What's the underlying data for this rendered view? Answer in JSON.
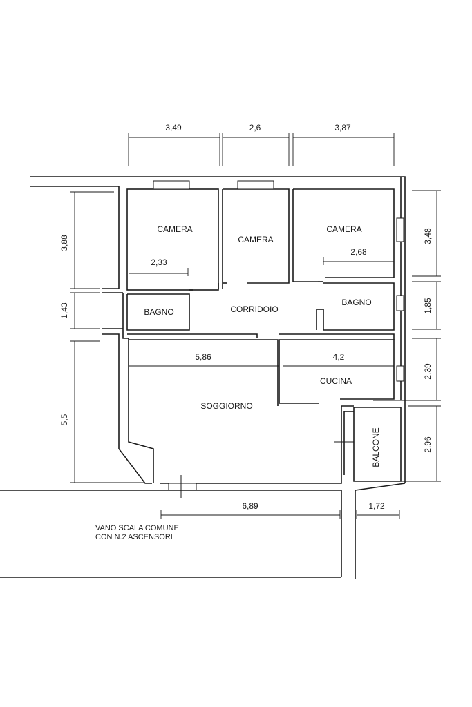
{
  "rooms": {
    "camera_1": "CAMERA",
    "camera_2": "CAMERA",
    "camera_3": "CAMERA",
    "bagno_1": "BAGNO",
    "corridoio": "CORRIDOIO",
    "bagno_2": "BAGNO",
    "cucina": "CUCINA",
    "soggiorno": "SOGGIORNO",
    "balcone": "BALCONE"
  },
  "dimensions": {
    "top_1": "3,49",
    "top_2": "2,6",
    "top_3": "3,87",
    "left_1": "3,88",
    "left_2": "1,43",
    "left_3": "5,5",
    "right_1": "3,48",
    "right_2": "1,85",
    "right_3": "2,39",
    "right_4": "2,96",
    "camera1_width": "2,33",
    "camera3_width": "2,68",
    "soggiorno_width": "5,86",
    "cucina_width": "4,2",
    "bottom_1": "6,89",
    "bottom_2": "1,72"
  },
  "notes": {
    "stair_line1": "VANO SCALA COMUNE",
    "stair_line2": "CON N.2 ASCENSORI"
  }
}
